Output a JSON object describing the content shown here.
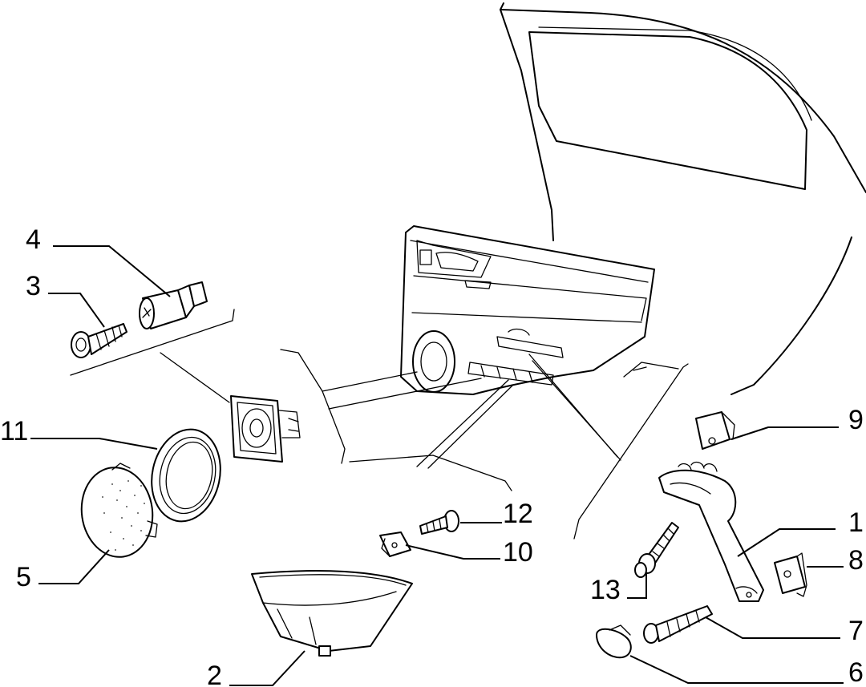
{
  "callouts": [
    {
      "id": "c4",
      "text": "4"
    },
    {
      "id": "c3",
      "text": "3"
    },
    {
      "id": "c11",
      "text": "11"
    },
    {
      "id": "c5",
      "text": "5"
    },
    {
      "id": "c2",
      "text": "2"
    },
    {
      "id": "c12",
      "text": "12"
    },
    {
      "id": "c10",
      "text": "10"
    },
    {
      "id": "c9",
      "text": "9"
    },
    {
      "id": "c1",
      "text": "1"
    },
    {
      "id": "c8",
      "text": "8"
    },
    {
      "id": "c13",
      "text": "13"
    },
    {
      "id": "c7",
      "text": "7"
    },
    {
      "id": "c6",
      "text": "6"
    }
  ]
}
